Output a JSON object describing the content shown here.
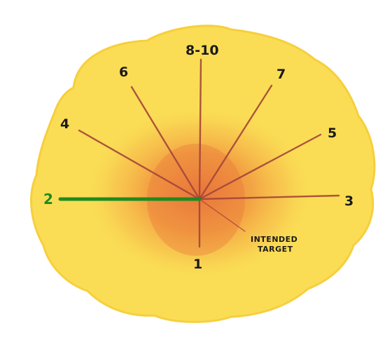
{
  "colors": {
    "blob": "#fadd55",
    "blob_edge": "#f6cf3c",
    "glow_inner": "#e9733a",
    "glow_outer": "#f5a845",
    "spoke": "#a4463a",
    "highlight_spoke": "#1f8a1f",
    "label": "#1a1a1a",
    "highlight_label": "#1f8a1f"
  },
  "rays": [
    {
      "label": "1",
      "highlight": false
    },
    {
      "label": "2",
      "highlight": true
    },
    {
      "label": "3",
      "highlight": false
    },
    {
      "label": "4",
      "highlight": false
    },
    {
      "label": "5",
      "highlight": false
    },
    {
      "label": "6",
      "highlight": false
    },
    {
      "label": "7",
      "highlight": false
    },
    {
      "label": "8-10",
      "highlight": false
    }
  ],
  "annotation": {
    "line1": "INTENDED",
    "line2": "TARGET"
  }
}
